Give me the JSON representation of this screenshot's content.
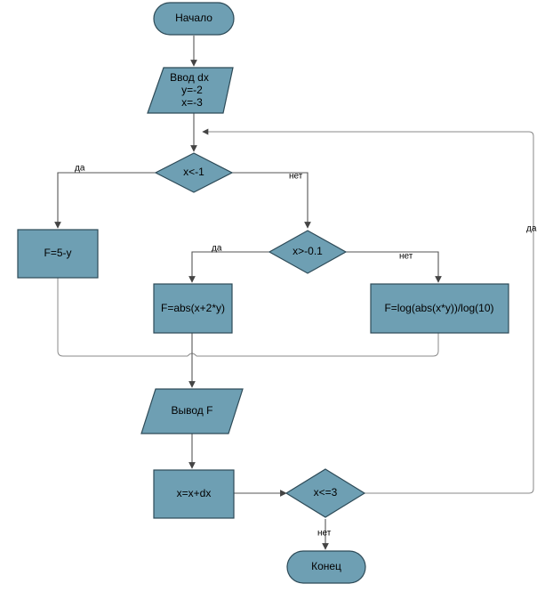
{
  "diagram": {
    "nodes": {
      "start": "Начало",
      "input": [
        "Ввод dx",
        "y=-2",
        "x=-3"
      ],
      "cond1": "x<-1",
      "f1": "F=5-y",
      "cond2": "x>-0.1",
      "f2": "F=abs(x+2*y)",
      "f3": "F=log(abs(x*y))/log(10)",
      "output": "Вывод F",
      "incr": "x=x+dx",
      "cond3": "x<=3",
      "end": "Конец"
    },
    "edges": {
      "cond1_yes": "да",
      "cond1_no": "нет",
      "cond2_yes": "да",
      "cond2_no": "нет",
      "cond3_yes": "да",
      "cond3_no": "нет"
    }
  },
  "colors": {
    "node_fill": "#6e9fb3",
    "node_stroke": "#2d4a57",
    "edge": "#555555"
  }
}
